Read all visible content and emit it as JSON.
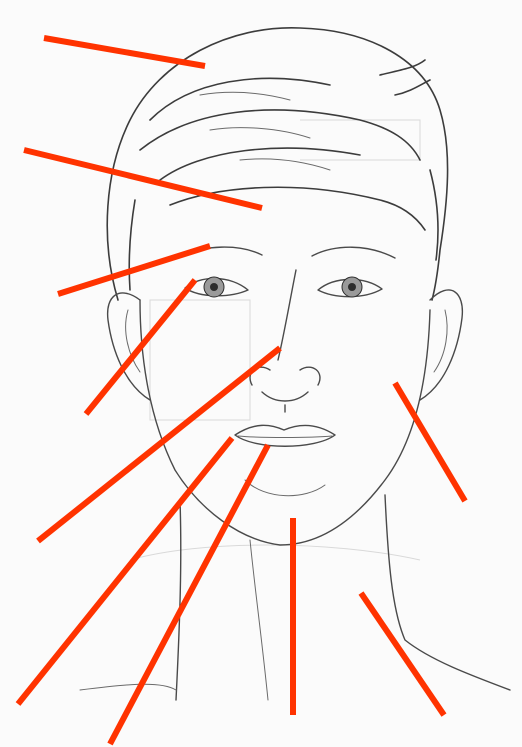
{
  "diagram": {
    "subject": "face-and-neck-line-drawing",
    "pointer_color": "#ff3300",
    "pointer_lines": [
      {
        "name": "pointer-line-hair",
        "target": "hair"
      },
      {
        "name": "pointer-line-forehead",
        "target": "forehead"
      },
      {
        "name": "pointer-line-eyebrow",
        "target": "eyebrow"
      },
      {
        "name": "pointer-line-eye",
        "target": "eye"
      },
      {
        "name": "pointer-line-nose",
        "target": "nose"
      },
      {
        "name": "pointer-line-upper-lip",
        "target": "upper-lip"
      },
      {
        "name": "pointer-line-lower-lip",
        "target": "lower-lip"
      },
      {
        "name": "pointer-line-chin",
        "target": "chin"
      },
      {
        "name": "pointer-line-cheek",
        "target": "cheek"
      },
      {
        "name": "pointer-line-neck",
        "target": "neck"
      }
    ]
  }
}
